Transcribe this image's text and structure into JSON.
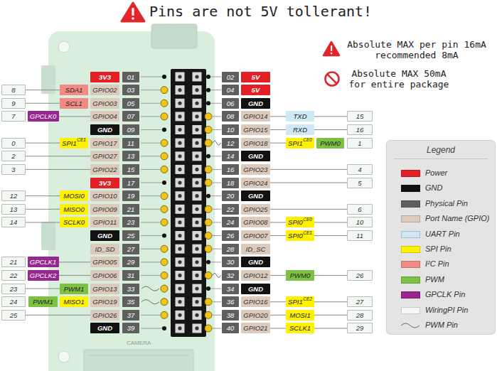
{
  "diagram": {
    "title": "Pins are not 5V tollerant!",
    "nodes": [
      {
        "text": [
          "3V3"
        ]
      },
      {
        "text": [
          "01"
        ]
      },
      {
        "text": [
          "02"
        ]
      },
      {
        "text": [
          "5V"
        ]
      },
      {
        "text": [
          "8"
        ]
      },
      {
        "text": [
          "SDA1"
        ]
      },
      {
        "text": [
          "GPIO02"
        ]
      },
      {
        "text": [
          "03"
        ]
      },
      {
        "text": [
          "04"
        ]
      },
      {
        "text": [
          "5V"
        ]
      },
      {
        "text": [
          "9"
        ]
      },
      {
        "text": [
          "SCL1"
        ]
      },
      {
        "text": [
          "GPIO03"
        ]
      },
      {
        "text": [
          "05"
        ]
      },
      {
        "text": [
          "06"
        ]
      },
      {
        "text": [
          "GND"
        ]
      },
      {
        "text": [
          "7"
        ]
      },
      {
        "text": [
          "GPCLK0"
        ]
      },
      {
        "text": [
          "GPIO04"
        ]
      },
      {
        "text": [
          "07"
        ]
      },
      {
        "text": [
          "08"
        ]
      },
      {
        "text": [
          "GPIO14"
        ]
      },
      {
        "text": [
          "TXD"
        ]
      },
      {
        "text": [
          "15"
        ]
      },
      {
        "text": [
          "GND"
        ]
      },
      {
        "text": [
          "09"
        ]
      },
      {
        "text": [
          "10"
        ]
      },
      {
        "text": [
          "GPIO15"
        ]
      },
      {
        "text": [
          "RXD"
        ]
      },
      {
        "text": [
          "16"
        ]
      },
      {
        "text": [
          "0"
        ]
      },
      {
        "text": [
          "SPI1",
          "CE1"
        ]
      },
      {
        "text": [
          "GPIO17"
        ]
      },
      {
        "text": [
          "11"
        ]
      },
      {
        "text": [
          "12"
        ]
      },
      {
        "text": [
          "GPIO18"
        ]
      },
      {
        "text": [
          "SPI1",
          "CE0"
        ]
      },
      {
        "text": [
          "PWM0"
        ]
      },
      {
        "text": [
          "1"
        ]
      },
      {
        "text": [
          "2"
        ]
      },
      {
        "text": [
          "GPIO27"
        ]
      },
      {
        "text": [
          "13"
        ]
      },
      {
        "text": [
          "14"
        ]
      },
      {
        "text": [
          "GND"
        ]
      },
      {
        "text": [
          "3"
        ]
      },
      {
        "text": [
          "GPIO22"
        ]
      },
      {
        "text": [
          "15"
        ]
      },
      {
        "text": [
          "16"
        ]
      },
      {
        "text": [
          "GPIO23"
        ]
      },
      {
        "text": [
          "4"
        ]
      },
      {
        "text": [
          "3V3"
        ]
      },
      {
        "text": [
          "17"
        ]
      },
      {
        "text": [
          "18"
        ]
      },
      {
        "text": [
          "GPIO24"
        ]
      },
      {
        "text": [
          "5"
        ]
      },
      {
        "text": [
          "12"
        ]
      },
      {
        "text": [
          "MOSI0"
        ]
      },
      {
        "text": [
          "GPIO10"
        ]
      },
      {
        "text": [
          "19"
        ]
      },
      {
        "text": [
          "20"
        ]
      },
      {
        "text": [
          "GND"
        ]
      },
      {
        "text": [
          "13"
        ]
      },
      {
        "text": [
          "MISO0"
        ]
      },
      {
        "text": [
          "GPIO09"
        ]
      },
      {
        "text": [
          "21"
        ]
      },
      {
        "text": [
          "22"
        ]
      },
      {
        "text": [
          "GPIO25"
        ]
      },
      {
        "text": [
          "6"
        ]
      },
      {
        "text": [
          "14"
        ]
      },
      {
        "text": [
          "SCLK0"
        ]
      },
      {
        "text": [
          "GPIO11"
        ]
      },
      {
        "text": [
          "23"
        ]
      },
      {
        "text": [
          "24"
        ]
      },
      {
        "text": [
          "GPIO08"
        ]
      },
      {
        "text": [
          "SPI0",
          "CE0"
        ]
      },
      {
        "text": [
          "10"
        ]
      },
      {
        "text": [
          "GND"
        ]
      },
      {
        "text": [
          "25"
        ]
      },
      {
        "text": [
          "26"
        ]
      },
      {
        "text": [
          "GPIO07"
        ]
      },
      {
        "text": [
          "SPI0",
          "CE1"
        ]
      },
      {
        "text": [
          "11"
        ]
      },
      {
        "text": [
          "ID_SD"
        ]
      },
      {
        "text": [
          "27"
        ]
      },
      {
        "text": [
          "28"
        ]
      },
      {
        "text": [
          "ID_SC"
        ]
      },
      {
        "text": [
          "21"
        ]
      },
      {
        "text": [
          "GPCLK1"
        ]
      },
      {
        "text": [
          "GPIO05"
        ]
      },
      {
        "text": [
          "29"
        ]
      },
      {
        "text": [
          "30"
        ]
      },
      {
        "text": [
          "GND"
        ]
      },
      {
        "text": [
          "22"
        ]
      },
      {
        "text": [
          "GPCLK2"
        ]
      },
      {
        "text": [
          "GPIO06"
        ]
      },
      {
        "text": [
          "31"
        ]
      },
      {
        "text": [
          "32"
        ]
      },
      {
        "text": [
          "GPIO12"
        ]
      },
      {
        "text": [
          "PWM0"
        ]
      },
      {
        "text": [
          "26"
        ]
      },
      {
        "text": [
          "23"
        ]
      },
      {
        "text": [
          "PWM1"
        ]
      },
      {
        "text": [
          "GPIO13"
        ]
      },
      {
        "text": [
          "33"
        ]
      },
      {
        "text": [
          "34"
        ]
      },
      {
        "text": [
          "GND"
        ]
      },
      {
        "text": [
          "24"
        ]
      },
      {
        "text": [
          "PWM1"
        ]
      },
      {
        "text": [
          "MISO1"
        ]
      },
      {
        "text": [
          "GPIO19"
        ]
      },
      {
        "text": [
          "35"
        ]
      },
      {
        "text": [
          "36"
        ]
      },
      {
        "text": [
          "GPIO16"
        ]
      },
      {
        "text": [
          "SPI1",
          "CE2"
        ]
      },
      {
        "text": [
          "27"
        ]
      },
      {
        "text": [
          "25"
        ]
      },
      {
        "text": [
          "GPIO26"
        ]
      },
      {
        "text": [
          "37"
        ]
      },
      {
        "text": [
          "38"
        ]
      },
      {
        "text": [
          "GPIO20"
        ]
      },
      {
        "text": [
          "MOSI1"
        ]
      },
      {
        "text": [
          "28"
        ]
      },
      {
        "text": [
          "GND"
        ]
      },
      {
        "text": [
          "39"
        ]
      },
      {
        "text": [
          "40"
        ]
      },
      {
        "text": [
          "GPIO21"
        ]
      },
      {
        "text": [
          "SCLK1"
        ]
      },
      {
        "text": [
          "29"
        ]
      },
      {
        "text": [
          "Legend"
        ]
      }
    ],
    "edges": [
      {
        "from": 4,
        "to": 5,
        "arrow": "none"
      },
      {
        "from": 10,
        "to": 11,
        "arrow": "none"
      },
      {
        "from": 17,
        "to": 18,
        "arrow": "none"
      },
      {
        "from": 21,
        "to": 22,
        "arrow": "none"
      },
      {
        "from": 22,
        "to": 23,
        "arrow": "none"
      },
      {
        "from": 27,
        "to": 28,
        "arrow": "none"
      },
      {
        "from": 28,
        "to": 29,
        "arrow": "none"
      },
      {
        "from": 30,
        "to": 31,
        "arrow": "none"
      },
      {
        "from": 35,
        "to": 36,
        "arrow": "none"
      },
      {
        "from": 39,
        "to": 40,
        "arrow": "none"
      },
      {
        "from": 44,
        "to": 45,
        "arrow": "none"
      },
      {
        "from": 48,
        "to": 49,
        "arrow": "none"
      },
      {
        "from": 53,
        "to": 54,
        "arrow": "none"
      },
      {
        "from": 55,
        "to": 56,
        "arrow": "none"
      },
      {
        "from": 61,
        "to": 62,
        "arrow": "none"
      },
      {
        "from": 66,
        "to": 67,
        "arrow": "none"
      },
      {
        "from": 68,
        "to": 69,
        "arrow": "none"
      },
      {
        "from": 73,
        "to": 74,
        "arrow": "none"
      },
      {
        "from": 74,
        "to": 75,
        "arrow": "none"
      },
      {
        "from": 79,
        "to": 80,
        "arrow": "none"
      },
      {
        "from": 80,
        "to": 81,
        "arrow": "none"
      },
      {
        "from": 87,
        "to": 88,
        "arrow": "none"
      },
      {
        "from": 93,
        "to": 94,
        "arrow": "none"
      },
      {
        "from": 97,
        "to": 98,
        "arrow": "none"
      },
      {
        "from": 98,
        "to": 99,
        "arrow": "none"
      },
      {
        "from": 100,
        "to": 101,
        "arrow": "none"
      },
      {
        "from": 112,
        "to": 113,
        "arrow": "none"
      },
      {
        "from": 113,
        "to": 114,
        "arrow": "none"
      },
      {
        "from": 115,
        "to": 116,
        "arrow": "none"
      },
      {
        "from": 119,
        "to": 120,
        "arrow": "none"
      },
      {
        "from": 120,
        "to": 121,
        "arrow": "none"
      },
      {
        "from": 125,
        "to": 126,
        "arrow": "none"
      },
      {
        "from": 126,
        "to": 127,
        "arrow": "none"
      }
    ],
    "labels": [
      "Absolute MAX per pin 16mA recommended 8mA",
      "Absolute MAX 50mA for entire package",
      "CAMERA"
    ],
    "legend": [
      {
        "text": "Power",
        "color": "#e31e24"
      },
      {
        "text": "GND",
        "color": "#111111"
      },
      {
        "text": "Physical Pin",
        "color": "#5f5f5f"
      },
      {
        "text": "Port Name (GPIO)",
        "color": "#dccbbd"
      },
      {
        "text": "UART Pin",
        "color": "#cfe8f6"
      },
      {
        "text": "SPI Pin",
        "color": "#fff200"
      },
      {
        "text": "I²C Pin",
        "color": "#f28b86"
      },
      {
        "text": "PWM",
        "color": "#7dc142"
      },
      {
        "text": "GPCLK Pin",
        "color": "#95278f"
      },
      {
        "text": "WiringPI Pin",
        "color": "#f4f8f4"
      },
      {
        "text": "PWM Pin"
      }
    ]
  }
}
